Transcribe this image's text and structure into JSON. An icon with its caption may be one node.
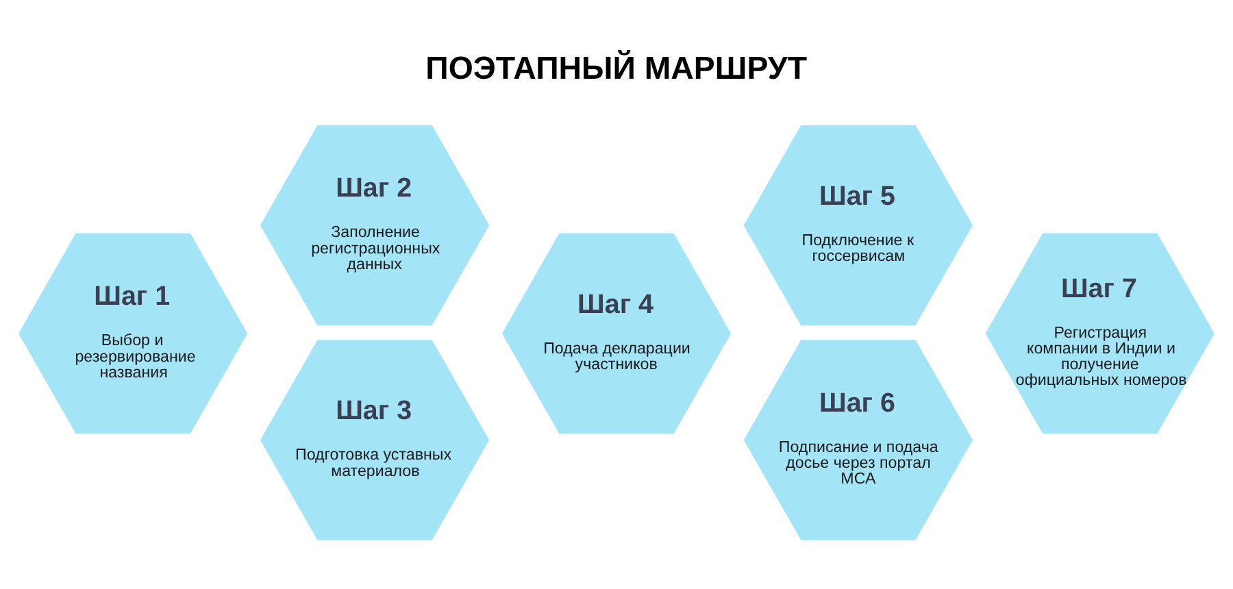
{
  "diagram": {
    "title": "ПОЭТАПНЫЙ МАРШРУТ",
    "nodes": [
      {
        "text": [
          "Шаг 1",
          "Выбор и резервирование названия"
        ]
      },
      {
        "text": [
          "Шаг 2",
          "Заполнение регистрационных данных"
        ]
      },
      {
        "text": [
          "Шаг 3",
          "Подготовка уставных материалов"
        ]
      },
      {
        "text": [
          "Шаг 4",
          "Подача декларации участников"
        ]
      },
      {
        "text": [
          "Шаг 5",
          "Подключение к госсервисам"
        ]
      },
      {
        "text": [
          "Шаг 6",
          "Подписание и подача досье через портал МСА"
        ]
      },
      {
        "text": [
          "Шаг 7",
          "Регистрация компании в Индии и получение официальных номеров"
        ]
      }
    ]
  }
}
